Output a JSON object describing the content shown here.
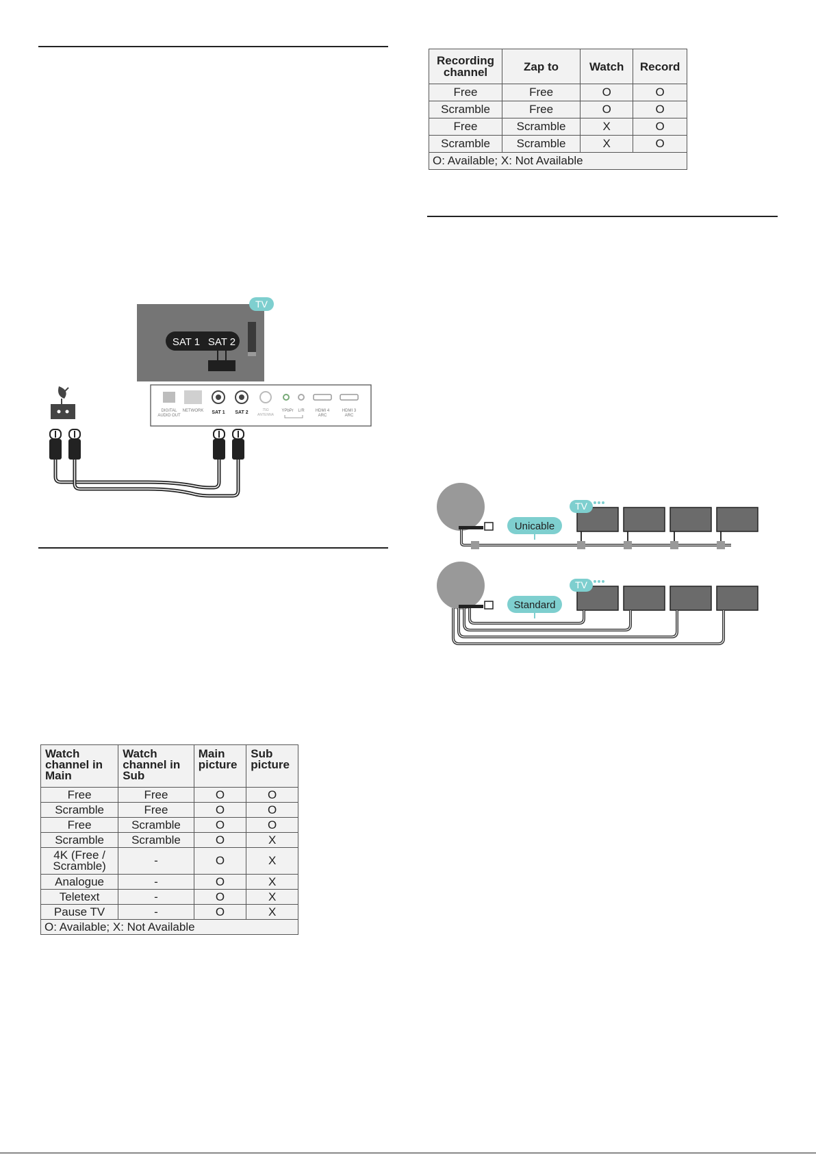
{
  "recording_table": {
    "headers": [
      "Recording channel",
      "Zap to",
      "Watch",
      "Record"
    ],
    "rows": [
      [
        "Free",
        "Free",
        "O",
        "O"
      ],
      [
        "Scramble",
        "Free",
        "O",
        "O"
      ],
      [
        "Free",
        "Scramble",
        "X",
        "O"
      ],
      [
        "Scramble",
        "Scramble",
        "X",
        "O"
      ]
    ],
    "note": "O: Available; X: Not Available"
  },
  "pip_table": {
    "headers": [
      "Watch channel in Main",
      "Watch channel in Sub",
      "Main picture",
      "Sub picture"
    ],
    "rows": [
      [
        "Free",
        "Free",
        "O",
        "O"
      ],
      [
        "Scramble",
        "Free",
        "O",
        "O"
      ],
      [
        "Free",
        "Scramble",
        "O",
        "O"
      ],
      [
        "Scramble",
        "Scramble",
        "O",
        "X"
      ],
      [
        "4K (Free / Scramble)",
        "-",
        "O",
        "X"
      ],
      [
        "Analogue",
        "-",
        "O",
        "X"
      ],
      [
        "Teletext",
        "-",
        "O",
        "X"
      ],
      [
        "Pause TV",
        "-",
        "O",
        "X"
      ]
    ],
    "note": "O: Available; X: Not Available"
  },
  "sat_diagram": {
    "tv_badge": "TV",
    "sat1": "SAT 1",
    "sat2": "SAT 2",
    "ports": {
      "digital_audio": [
        "DIGITAL",
        "AUDIO OUT"
      ],
      "network": "NETWORK",
      "sat1": "SAT 1",
      "sat2": "SAT 2",
      "antenna": [
        "75Ω",
        "ANTENNA"
      ],
      "ypbpr": "YPbPr",
      "lr": "L/R",
      "hdmi4": [
        "HDMI 4",
        "ARC"
      ],
      "hdmi3": [
        "HDMI 3",
        "ARC"
      ]
    }
  },
  "cable_diagram": {
    "tv_badge": "TV",
    "unicable_label": "Unicable",
    "standard_label": "Standard"
  }
}
